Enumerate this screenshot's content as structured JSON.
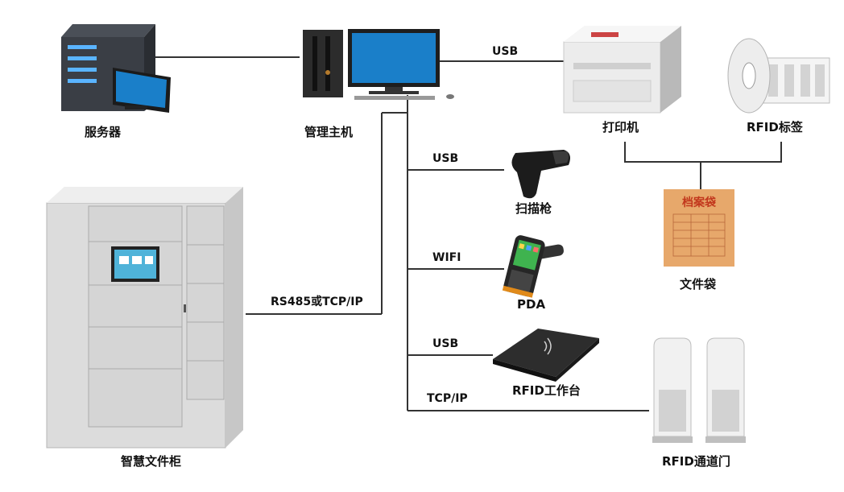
{
  "devices": {
    "server": "服务器",
    "host": "管理主机",
    "printer": "打印机",
    "rfid_tag": "RFID标签",
    "scanner": "扫描枪",
    "pda": "PDA",
    "rfid_desk": "RFID工作台",
    "file_bag": "文件袋",
    "cabinet": "智慧文件柜",
    "rfid_gate": "RFID通道门"
  },
  "connections": {
    "host_printer": "USB",
    "host_scanner": "USB",
    "host_pda": "WIFI",
    "host_rfid_desk": "USB",
    "host_rfid_gate": "TCP/IP",
    "cabinet_host": "RS485或TCP/IP"
  },
  "file_bag_title": "档案袋",
  "colors": {
    "line": "#333333",
    "screen": "#1a7fc9",
    "cabinet": "#dcdcdc",
    "bag": "#e7a86b"
  }
}
